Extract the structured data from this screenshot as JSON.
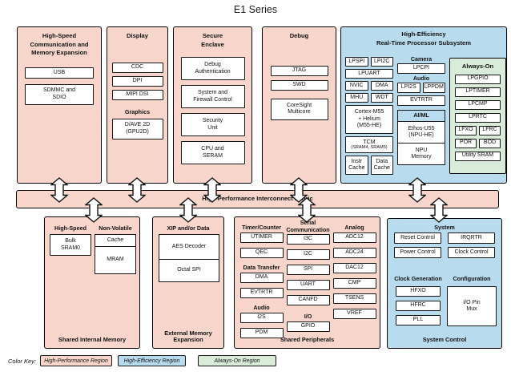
{
  "title": "E1 Series",
  "colors": {
    "high_performance": "#f8d6cb",
    "high_efficiency": "#b9dbee",
    "always_on": "#d9ecda",
    "box_fill": "#ffffff",
    "border": "#161616"
  },
  "top": {
    "hscm": {
      "title": "High-Speed\nCommunication and\nMemory Expansion",
      "usb": "USB",
      "sdmmc": "SDMMC and\nSDIO"
    },
    "display": {
      "title": "Display",
      "cdc": "CDC",
      "dpi": "DPI",
      "mipi": "MIPI DSI",
      "graphics_header": "Graphics",
      "gpu": "D/AVE 2D\n(GPU2D)"
    },
    "secure": {
      "title": "Secure\nEnclave",
      "debug_auth": "Debug\nAuthentication",
      "firewall": "System and\nFirewall Control",
      "security_unit": "Security\nUnit",
      "cpu_seram": "CPU and\nSERAM"
    },
    "debug": {
      "title": "Debug",
      "jtag": "JTAG",
      "swd": "SWD",
      "coresight": "CoreSight\nMulticore"
    },
    "he": {
      "title": "High-Efficiency\nReal-Time Processor Subsystem",
      "lpspi": "LPSPI",
      "lpi2c": "LPI2C",
      "lpuart": "LPUART",
      "nvic": "NVIC",
      "dma": "DMA",
      "mhu": "MHU",
      "wdt": "WDT",
      "cortex": "Cortex-M55\n+ Helium\n(M55-HE)",
      "tcm": "TCM",
      "tcm_sub": "(SRAM4, SRAM5)",
      "instr_cache": "Instr\nCache",
      "data_cache": "Data\nCache",
      "camera_header": "Camera",
      "lpcpi": "LPCPI",
      "audio_header": "Audio",
      "lpi2s": "LPI2S",
      "lppdm": "LPPDM",
      "evtrtr": "EVTRTR",
      "aiml_header": "AI/ML",
      "ethos": "Ethos-U55\n(NPU-HE)",
      "npu_mem": "NPU\nMemory",
      "always_on": {
        "title": "Always-On",
        "lpgpio": "LPGPIO",
        "lptimer": "LPTIMER",
        "lpcmp": "LPCMP",
        "lprtc": "LPRTC",
        "lfxo": "LFXO",
        "lfrc": "LFRC",
        "por": "POR",
        "bod": "BOD",
        "utility_sram": "Utility SRAM"
      }
    }
  },
  "fabric": {
    "label": "High-Performance Interconnect Fabric"
  },
  "bottom": {
    "sim": {
      "hs_header": "High-Speed",
      "bulk_sram": "Bulk\nSRAM0",
      "nv_header": "Non-Volatile",
      "cache": "Cache",
      "mram": "MRAM",
      "footer": "Shared Internal Memory"
    },
    "eme": {
      "header": "XIP and/or Data",
      "aes": "AES Decoder",
      "octal": "Octal SPI",
      "footer": "External Memory\nExpansion"
    },
    "sp": {
      "timer_header": "Timer/Counter",
      "utimer": "UTIMER",
      "qec": "QEC",
      "dt_header": "Data Transfer",
      "dma": "DMA",
      "evtrtr": "EVTRTR",
      "audio_header": "Audio",
      "i2s": "I2S",
      "pdm": "PDM",
      "serial_header": "Serial\nCommunication",
      "i3c": "I3C",
      "i2c": "I2C",
      "spi": "SPI",
      "uart": "UART",
      "canfd": "CANFD",
      "io_header": "I/O",
      "gpio": "GPIO",
      "analog_header": "Analog",
      "adc12": "ADC12",
      "adc24": "ADC24",
      "dac12": "DAC12",
      "cmp": "CMP",
      "tsens": "TSENS",
      "vref": "VREF",
      "footer": "Shared Peripherals"
    },
    "sc": {
      "system_header": "System",
      "reset": "Reset Control",
      "irqrtr": "IRQRTR",
      "power": "Power Control",
      "clock": "Clock Control",
      "clkgen_header": "Clock Generation",
      "hfxo": "HFXO",
      "hfrc": "HFRC",
      "pll": "PLL",
      "config_header": "Configuration",
      "io_pin_mux": "I/O Pin\nMux",
      "footer": "System Control"
    }
  },
  "color_key": {
    "label": "Color Key:",
    "entries": [
      {
        "label": "High-Performance Region",
        "color": "#f8d6cb"
      },
      {
        "label": "High-Efficiency Region",
        "color": "#b9dbee"
      },
      {
        "label": "Always-On Region",
        "color": "#d9ecda"
      }
    ]
  }
}
